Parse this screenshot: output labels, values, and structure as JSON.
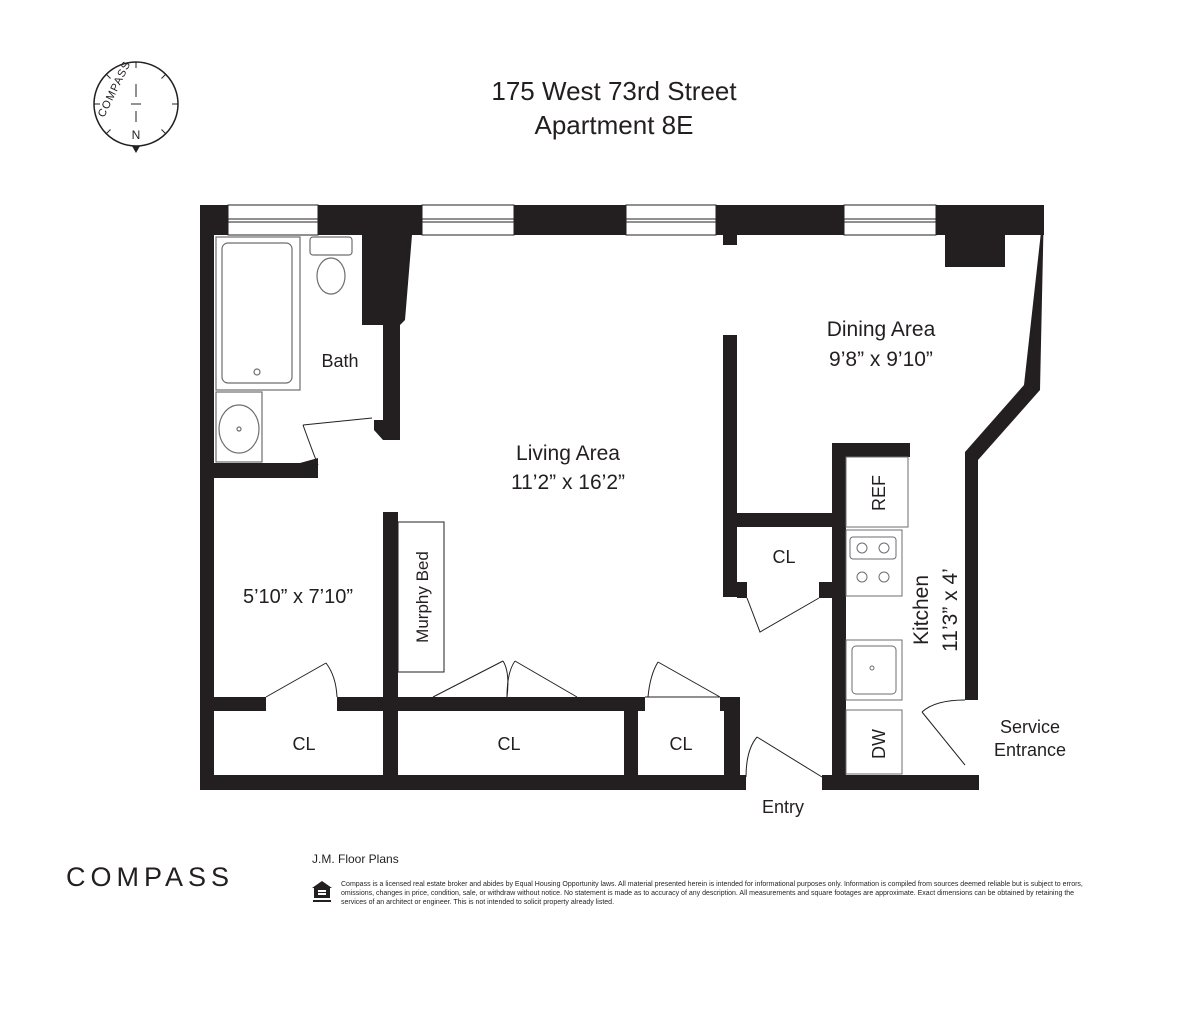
{
  "header": {
    "address": "175 West 73rd Street",
    "unit": "Apartment 8E"
  },
  "compass": {
    "ring_text": "COMPASS",
    "north_letter": "N",
    "north_color": "#e31e24"
  },
  "rooms": {
    "living": {
      "name": "Living Area",
      "dims": "11’2” x 16’2”"
    },
    "dining": {
      "name": "Dining Area",
      "dims": "9’8” x 9’10”"
    },
    "bath": {
      "name": "Bath"
    },
    "bedroom_dims": "5’10” x 7’10”",
    "murphy_bed": "Murphy Bed",
    "closet": "CL",
    "kitchen": {
      "name": "Kitchen",
      "dims": "11’3” x 4’"
    },
    "ref": "REF",
    "dw": "DW",
    "entry": "Entry",
    "service_line1": "Service",
    "service_line2": "Entrance"
  },
  "footer": {
    "logo": "COMPASS",
    "credit": "J.M. Floor Plans",
    "disclaimer": "Compass is a licensed real estate broker and abides by Equal Housing Opportunity laws. All material presented herein is intended for informational purposes only. Information is compiled from sources deemed reliable but is subject to errors, omissions, changes in price, condition, sale, or withdraw without notice. No statement is made as to accuracy of any description. All measurements and square footages are approximate. Exact dimensions can be obtained by retaining the services of an architect or engineer. This is not intended to solicit property already listed."
  },
  "colors": {
    "wall": "#231f20",
    "fixture": "#6d6e71"
  }
}
